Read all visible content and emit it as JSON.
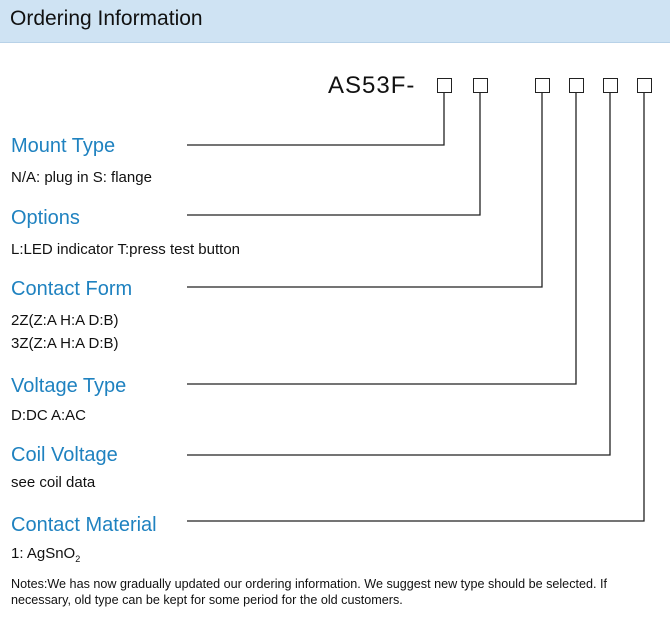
{
  "header": {
    "title": "Ordering Information"
  },
  "part_number": {
    "prefix": "AS53F-"
  },
  "sections": [
    {
      "title": "Mount Type",
      "lines": [
        "N/A: plug in   S: flange"
      ]
    },
    {
      "title": "Options",
      "lines": [
        "L:LED indicator  T:press test button"
      ]
    },
    {
      "title": "Contact Form",
      "lines": [
        "2Z(Z:A H:A D:B)",
        "3Z(Z:A H:A D:B)"
      ]
    },
    {
      "title": "Voltage Type",
      "lines": [
        "D:DC   A:AC"
      ]
    },
    {
      "title": "Coil Voltage",
      "lines": [
        "see coil data"
      ]
    },
    {
      "title": "Contact Material",
      "lines": [
        "1: AgSnO",
        "2"
      ]
    }
  ],
  "notes": "Notes:We has now gradually updated our ordering information. We suggest new type should be selected. If necessary, old type can be kept for some period for the old customers."
}
